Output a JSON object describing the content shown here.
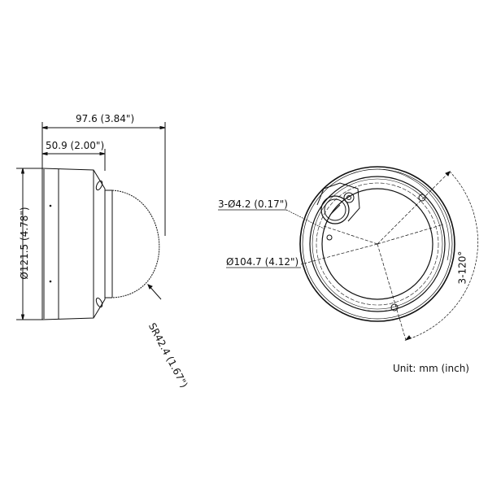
{
  "side_view": {
    "overall_length": "97.6 (3.84\")",
    "base_depth": "50.9 (2.00\")",
    "diameter": "Ø121.5 (4.78\")",
    "dome_radius": "SR42.4 (1.67\")"
  },
  "bottom_view": {
    "hole_spec": "3-Ø4.2 (0.17\")",
    "hole_circle_diameter": "Ø104.7 (4.12\")",
    "angle_spec": "3-120°"
  },
  "unit_note": "Unit: mm (inch)",
  "colors": {
    "line": "#111111",
    "background": "#ffffff"
  }
}
